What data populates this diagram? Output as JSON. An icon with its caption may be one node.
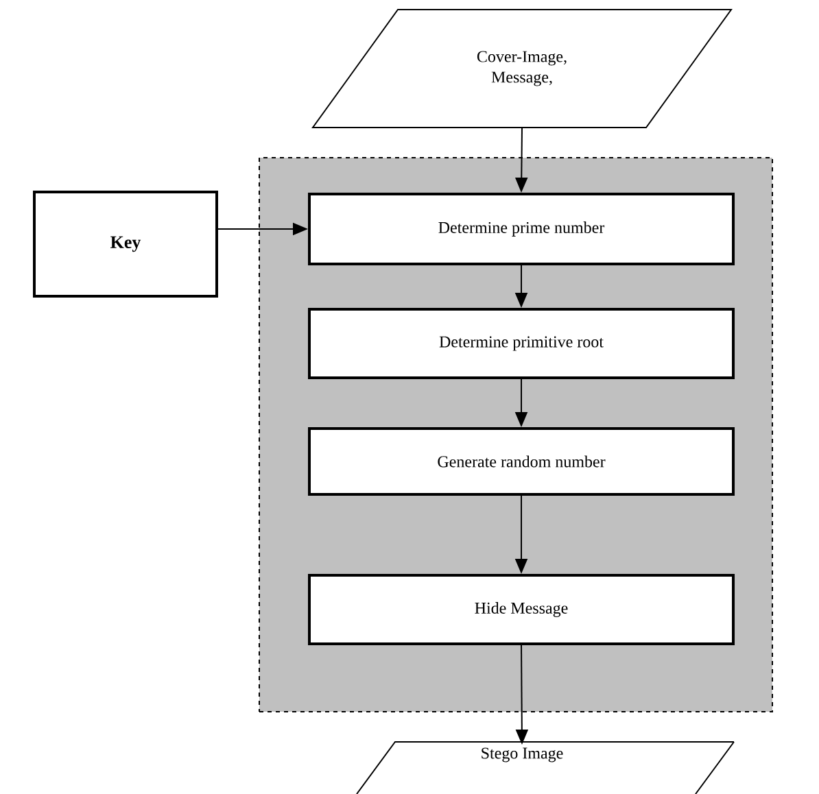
{
  "diagram": {
    "nodes": [
      {
        "text": [
          "Cover-Image, Message,"
        ]
      },
      {
        "text": [],
        "shape": "box"
      },
      {
        "text": [
          "Key"
        ]
      },
      {
        "text": [
          "Determine prime number"
        ],
        "in": 1
      },
      {
        "text": [
          "Determine primitive root"
        ],
        "in": 1
      },
      {
        "text": [
          "Generate random number"
        ],
        "in": 1
      },
      {
        "text": [
          "Hide Message"
        ],
        "in": 1
      },
      {
        "text": [
          "Stego Image"
        ]
      }
    ],
    "edges": [
      {
        "from": 0,
        "to": 3,
        "arrow": "to"
      },
      {
        "from": 2,
        "to": 3,
        "arrow": "to"
      },
      {
        "from": 3,
        "to": 4,
        "arrow": "to"
      },
      {
        "from": 4,
        "to": 5,
        "arrow": "to"
      },
      {
        "from": 5,
        "to": 6,
        "arrow": "to"
      },
      {
        "from": 6,
        "to": 7,
        "arrow": "to"
      }
    ]
  }
}
